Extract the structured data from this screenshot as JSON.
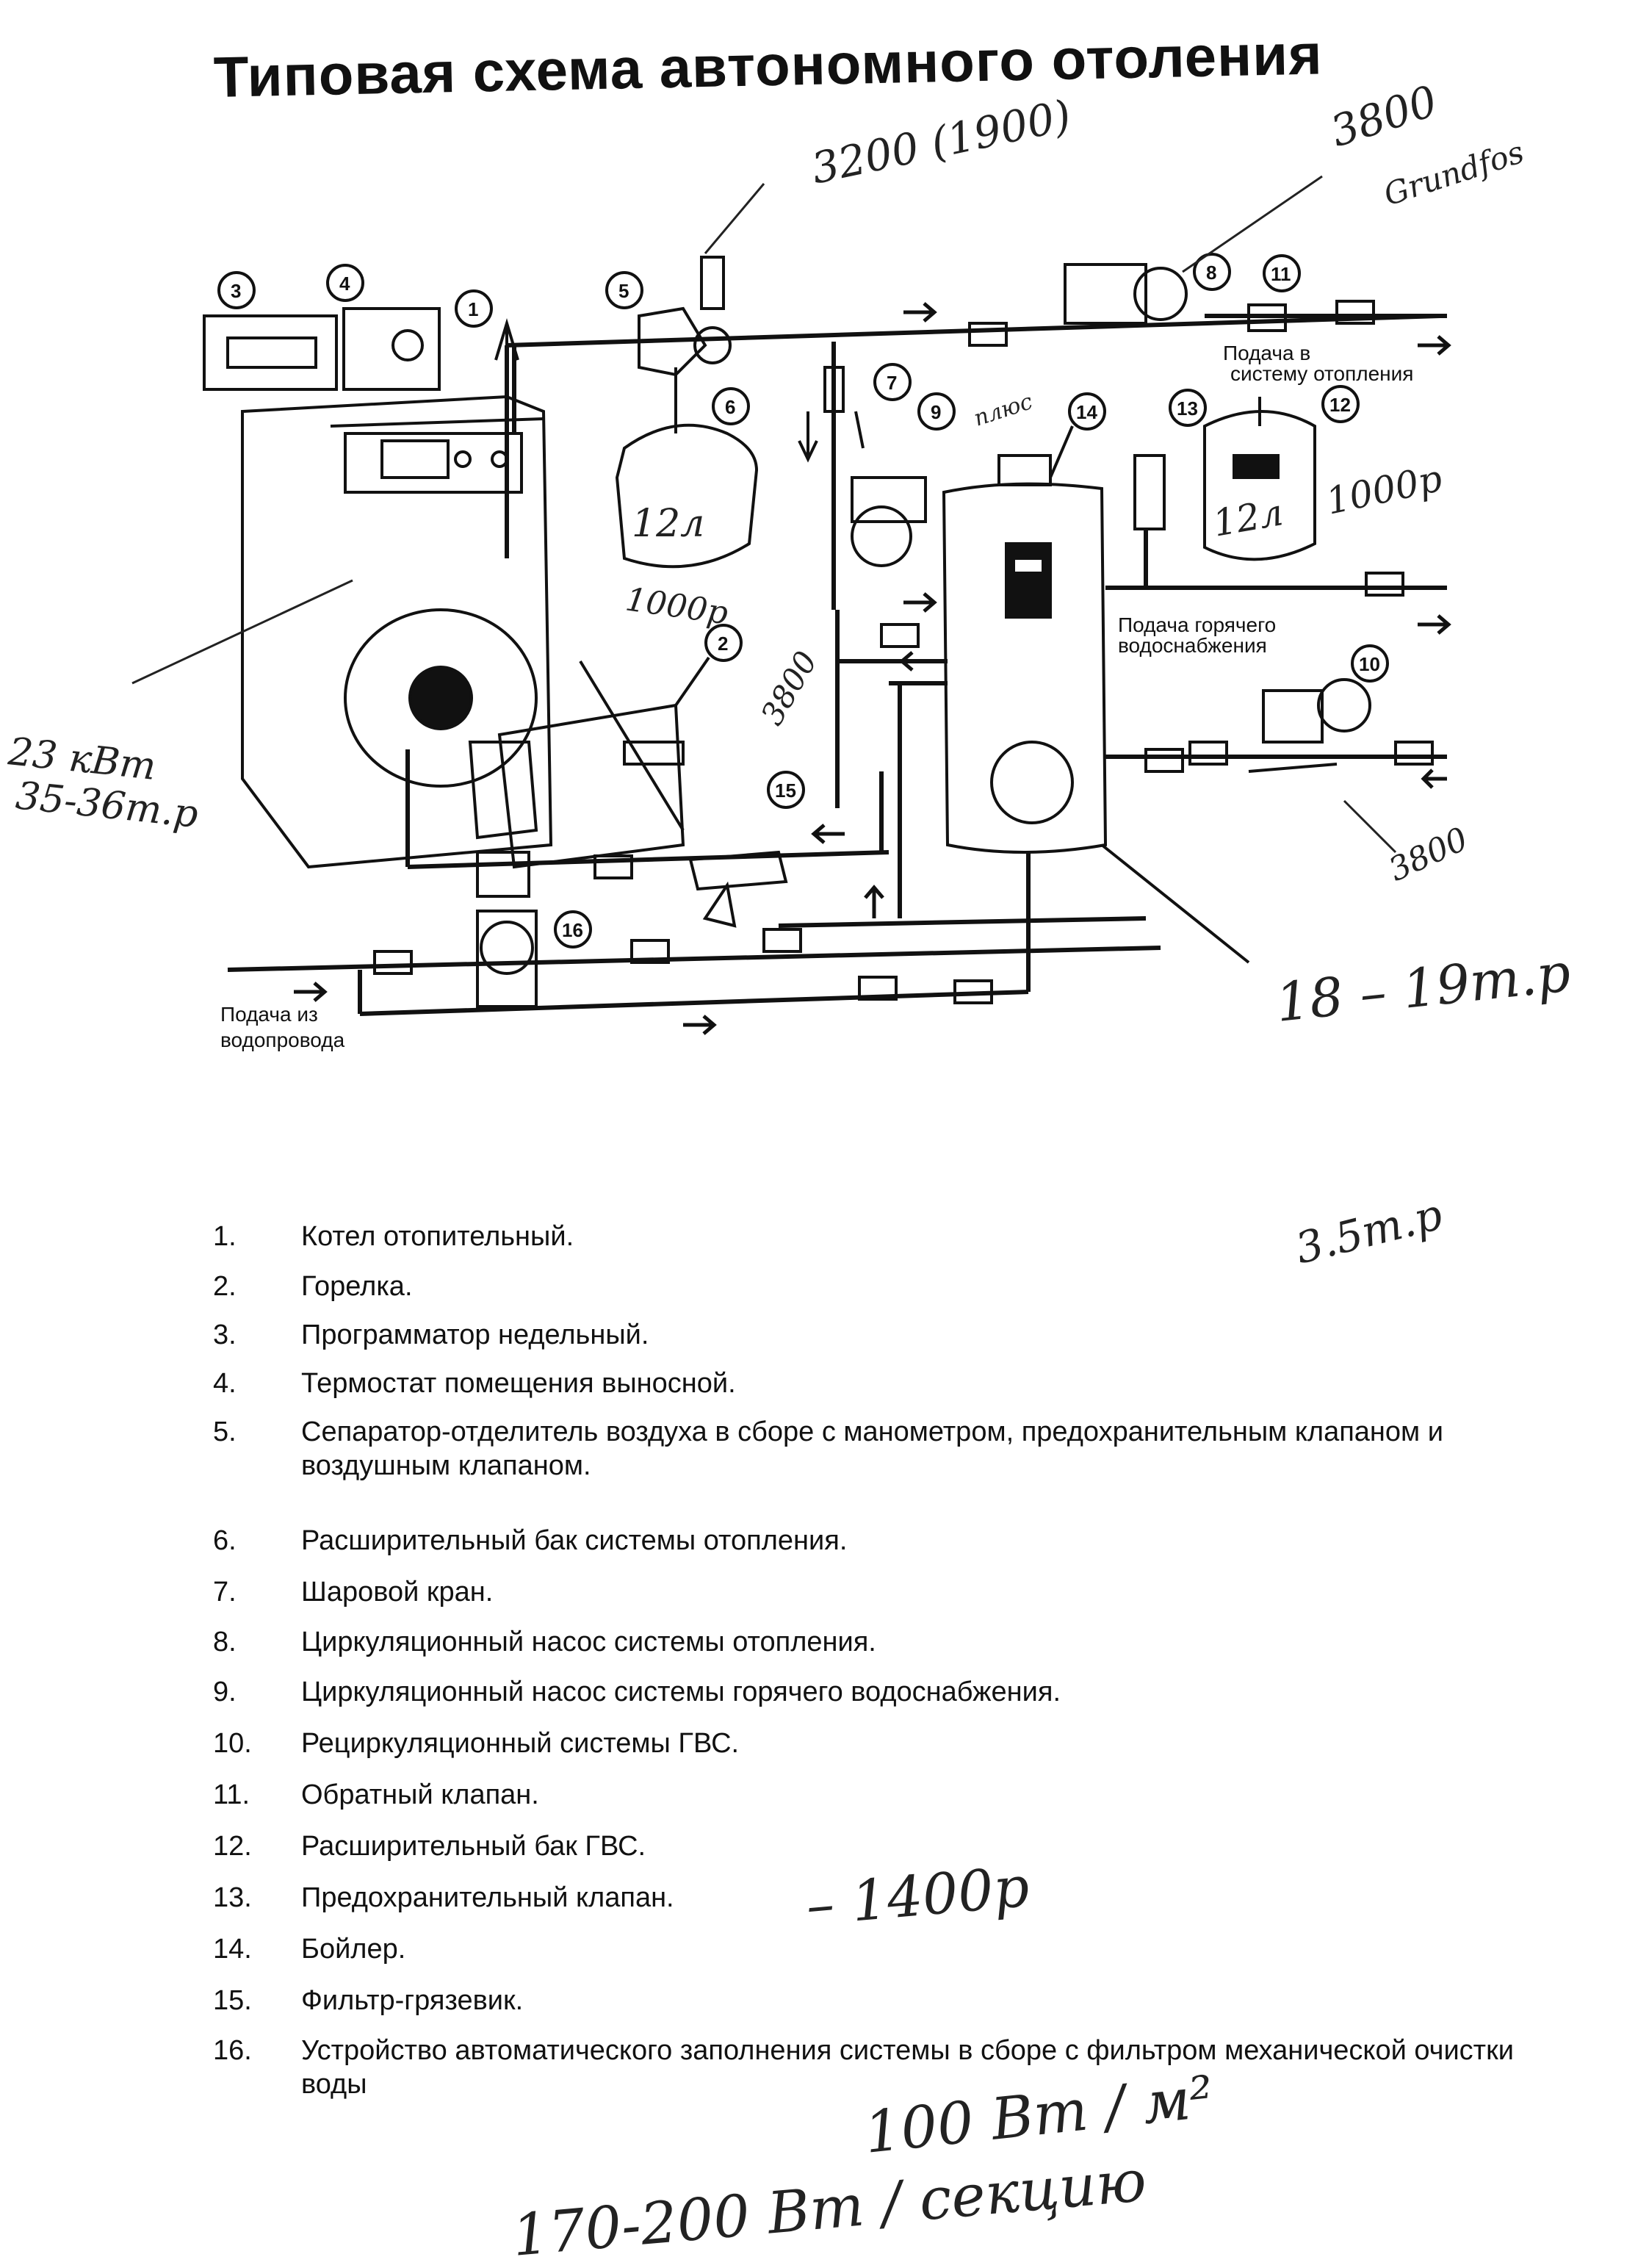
{
  "title": "Типовая схема автономного отоления",
  "diagram": {
    "callouts": [
      "1",
      "2",
      "3",
      "4",
      "5",
      "6",
      "7",
      "8",
      "9",
      "10",
      "11",
      "12",
      "13",
      "14",
      "15",
      "16"
    ],
    "labels": {
      "supply_heating_1": "Подача в",
      "supply_heating_2": "систему отопления",
      "supply_hot_water_1": "Подача горячего",
      "supply_hot_water_2": "водоснабжения",
      "supply_mains_1": "Подача из",
      "supply_mains_2": "водопровода"
    }
  },
  "handwritten": {
    "price_separator": "3200 (1900)",
    "price_pump": "3800",
    "pump_brand": "Grundfos",
    "tank_volume_1": "12л",
    "tank_price_1": "1000р",
    "tank_volume_2": "12л",
    "tank_price_2": "1000р",
    "boiler_note": "плюс",
    "boiler_power_1": "23 кВт",
    "boiler_power_2": "35-36т.р",
    "price_pump_9": "3800",
    "price_pump_10": "3800",
    "boiler_price": "18 – 19т.р",
    "price_extra": "3.5т.р",
    "price_valve": "– 1400р",
    "rate_1": "100 Вт / м²",
    "rate_2": "170-200 Вт / секцию"
  },
  "legend": [
    {
      "num": "1.",
      "text": "Котел отопительный."
    },
    {
      "num": "2.",
      "text": "Горелка."
    },
    {
      "num": "3.",
      "text": "Программатор недельный."
    },
    {
      "num": "4.",
      "text": "Термостат помещения выносной."
    },
    {
      "num": "5.",
      "text": "Сепаратор-отделитель воздуха в сборе с манометром, предохранительным клапаном и воздушным клапаном."
    },
    {
      "num": "6.",
      "text": "Расширительный бак системы отопления."
    },
    {
      "num": "7.",
      "text": "Шаровой кран."
    },
    {
      "num": "8.",
      "text": "Циркуляционный насос системы отопления."
    },
    {
      "num": "9.",
      "text": "Циркуляционный насос системы горячего водоснабжения."
    },
    {
      "num": "10.",
      "text": "Рециркуляционный системы ГВС."
    },
    {
      "num": "11.",
      "text": "Обратный клапан."
    },
    {
      "num": "12.",
      "text": "Расширительный бак ГВС."
    },
    {
      "num": "13.",
      "text": "Предохранительный клапан."
    },
    {
      "num": "14.",
      "text": "Бойлер."
    },
    {
      "num": "15.",
      "text": "Фильтр-грязевик."
    },
    {
      "num": "16.",
      "text": "Устройство автоматического заполнения системы в сборе с фильтром механической очистки воды"
    }
  ]
}
